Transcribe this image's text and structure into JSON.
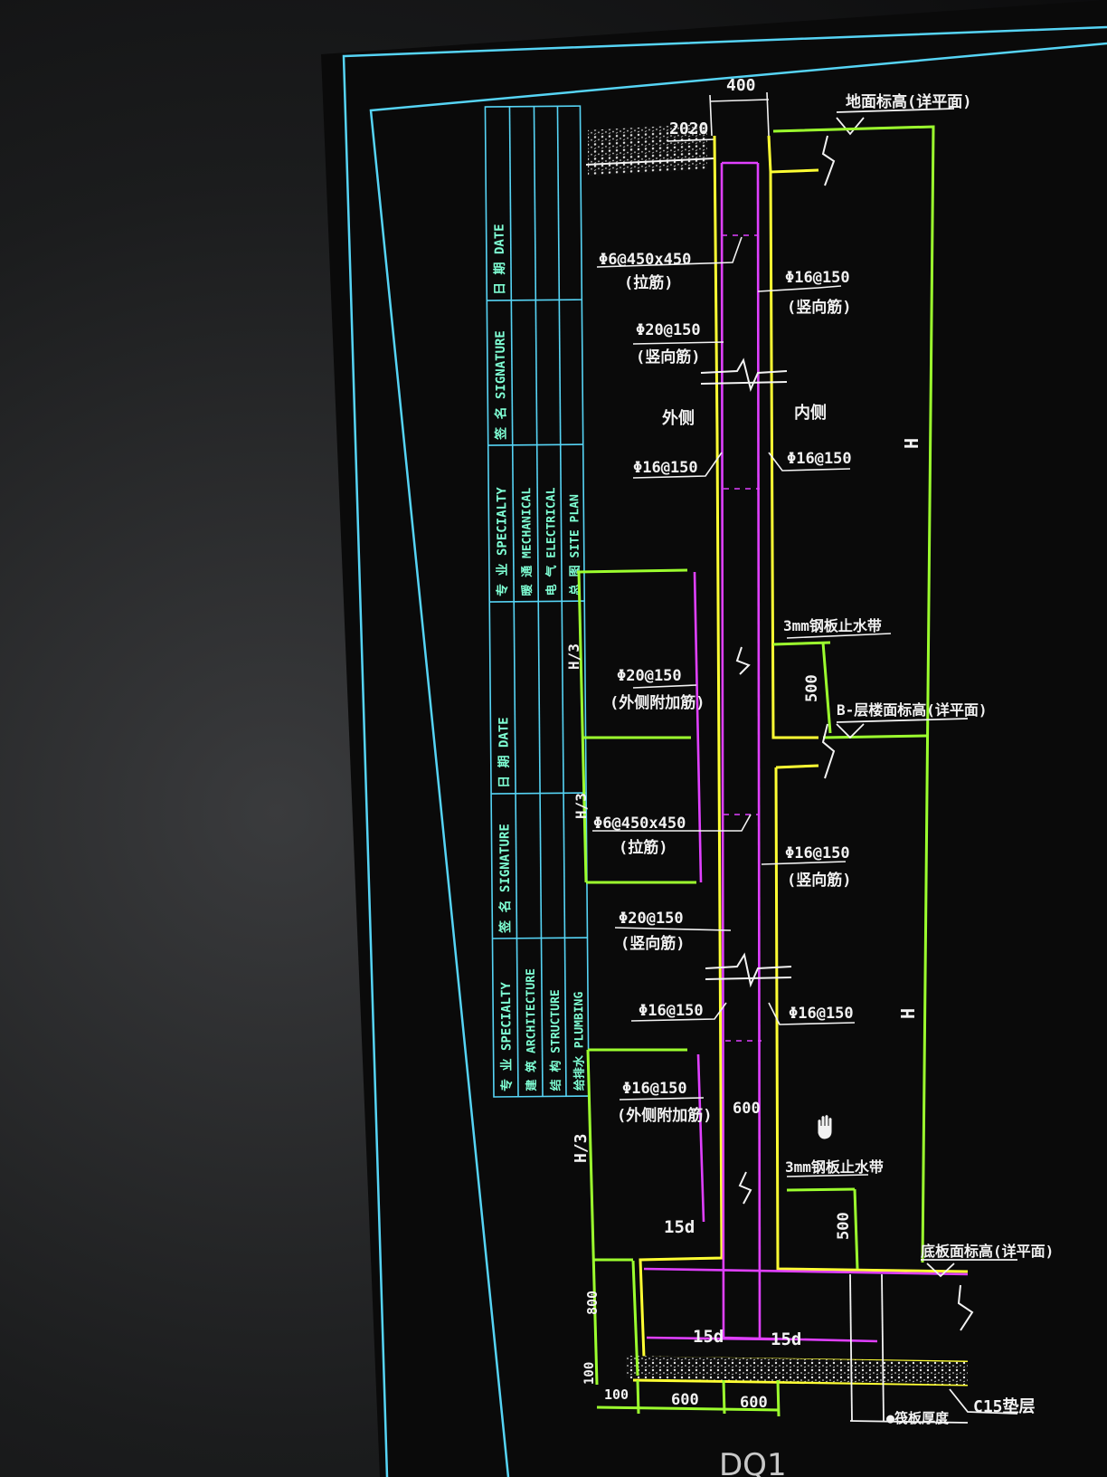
{
  "colors": {
    "frame": "#56d4f5",
    "green": "#9cff2e",
    "yellow": "#ffff33",
    "magenta": "#e040ff",
    "white": "#f2f2f2",
    "titleblock_text": "#7fffd4"
  },
  "title_block": {
    "upper": {
      "date_header": "日 期 DATE",
      "signature_header": "签 名 SIGNATURE",
      "specialty_header": "专 业 SPECIALTY",
      "rows": [
        "暖 通 MECHANICAL",
        "电 气 ELECTRICAL",
        "总 图 SITE PLAN"
      ]
    },
    "lower": {
      "date_header": "日 期 DATE",
      "signature_header": "签 名 SIGNATURE",
      "specialty_header": "专 业 SPECIALTY",
      "rows": [
        "建 筑 ARCHITECTURE",
        "结 构 STRUCTURE",
        "给排水 PLUMBING"
      ]
    }
  },
  "drawing": {
    "top_width": "400",
    "top_offset": "2020",
    "ground_label": "地面标高(详平面)",
    "callouts": [
      {
        "text": "Φ6@450x450",
        "sub": "(拉筋)"
      },
      {
        "text": "Φ16@150",
        "sub": "(竖向筋)"
      },
      {
        "text": "Φ20@150",
        "sub": "(竖向筋)"
      },
      {
        "text": "外侧",
        "sub": ""
      },
      {
        "text": "内侧",
        "sub": ""
      },
      {
        "text": "Φ16@150",
        "sub": ""
      },
      {
        "text": "Φ16@150",
        "sub": ""
      },
      {
        "text": "3mm钢板止水带",
        "sub": ""
      },
      {
        "text": "Φ20@150",
        "sub": "(外侧附加筋)"
      },
      {
        "text": "Φ6@450x450",
        "sub": "(拉筋)"
      },
      {
        "text": "Φ16@150",
        "sub": "(竖向筋)"
      },
      {
        "text": "Φ20@150",
        "sub": "(竖向筋)"
      },
      {
        "text": "Φ16@150",
        "sub": ""
      },
      {
        "text": "Φ16@150",
        "sub": ""
      },
      {
        "text": "Φ16@150",
        "sub": "(外侧附加筋)"
      },
      {
        "text": "3mm钢板止水带",
        "sub": ""
      }
    ],
    "mid_level_label": "B-层楼面标高(详平面)",
    "height_label_upper": "H",
    "height_label_lower": "H",
    "dim_500_upper": "500",
    "dim_500_lower": "500",
    "dim_H3_upper": "H/3",
    "dim_H3_mid": "H/3",
    "dim_H3_lower": "H/3",
    "dim_600_wall": "600",
    "dim_15d_left": "15d",
    "dim_15d_a": "15d",
    "dim_15d_b": "15d",
    "dim_800": "800",
    "dim_100": "100",
    "dim_100_bottom": "100",
    "dim_600_a": "600",
    "dim_600_b": "600",
    "bottom_level_label": "底板面标高(详平面)",
    "c15_label": "C15垫层",
    "base_label": "●筏板厚度",
    "drawing_id": "DQ1"
  }
}
